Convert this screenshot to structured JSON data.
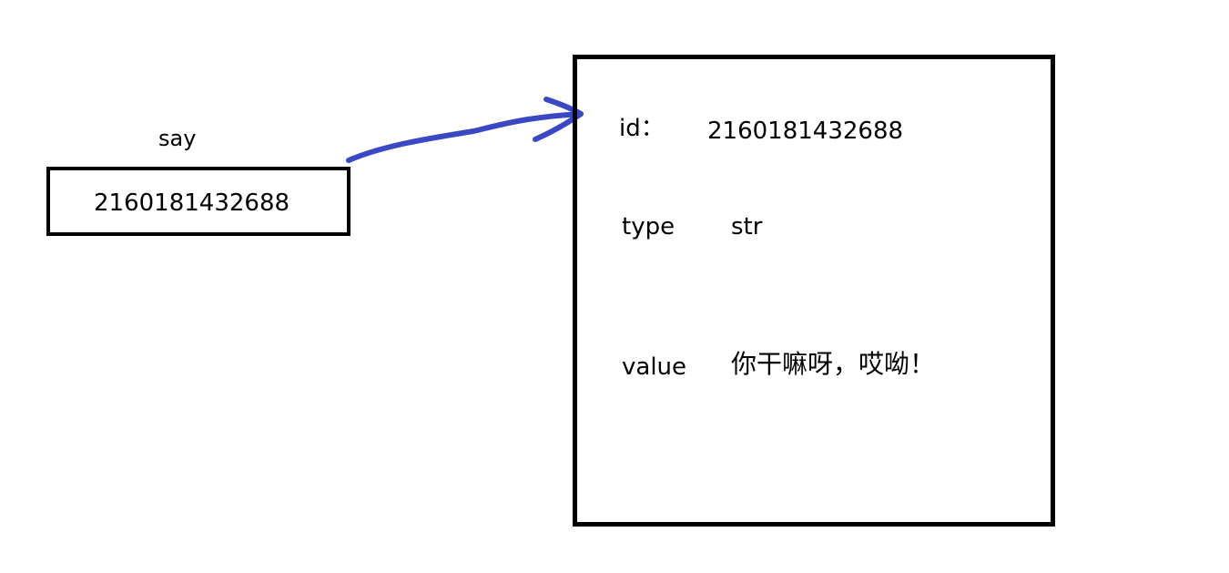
{
  "variable": {
    "name": "say",
    "value": "2160181432688"
  },
  "object": {
    "fields": [
      {
        "key": "id：",
        "value": "2160181432688"
      },
      {
        "key": "type",
        "value": "str"
      },
      {
        "key": "value",
        "value": "你干嘛呀，哎呦！"
      }
    ]
  },
  "colors": {
    "arrow": "#3b48c4",
    "box_border": "#000000"
  }
}
